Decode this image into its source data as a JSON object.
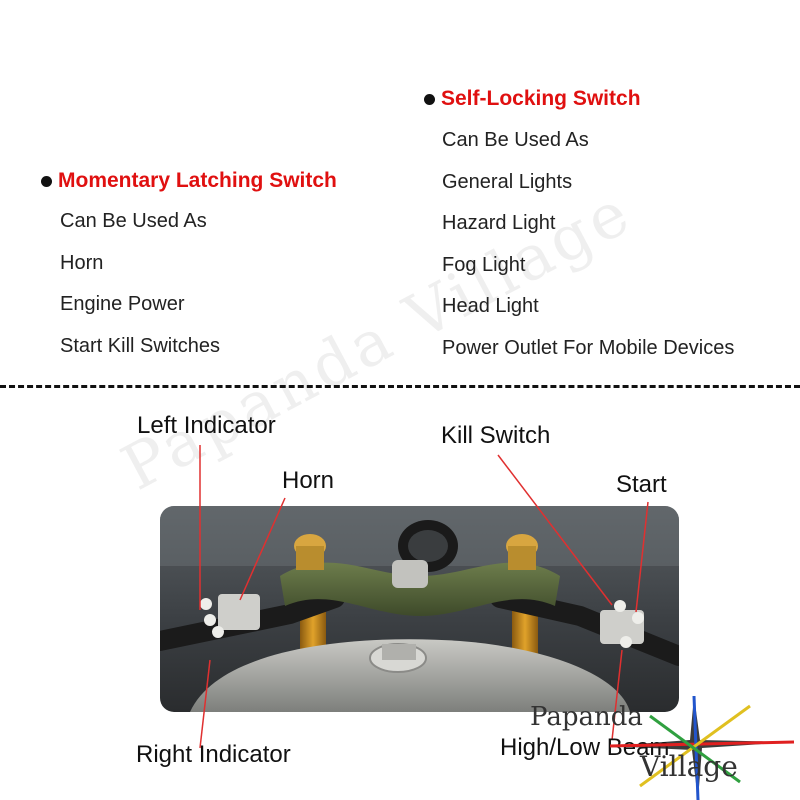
{
  "self_locking": {
    "heading": "Self-Locking Switch",
    "subheading": "Can Be Used As",
    "items": [
      "General Lights",
      "Hazard Light",
      "Fog Light",
      "Head Light",
      "Power Outlet For Mobile Devices"
    ]
  },
  "momentary": {
    "heading": "Momentary Latching Switch",
    "subheading": "Can Be Used As",
    "items": [
      "Horn",
      "Engine Power",
      "Start Kill Switches"
    ]
  },
  "callouts": {
    "left_indicator": "Left Indicator",
    "horn": "Horn",
    "kill_switch": "Kill Switch",
    "start": "Start",
    "right_indicator": "Right Indicator",
    "high_low_beam": "High/Low Beam"
  },
  "watermark": {
    "text": "Papanda Village"
  },
  "logo": {
    "line1": "Papanda",
    "line2": "Village"
  },
  "colors": {
    "heading_red": "#e01010",
    "callout_line": "#e03030",
    "divider": "#111111"
  }
}
